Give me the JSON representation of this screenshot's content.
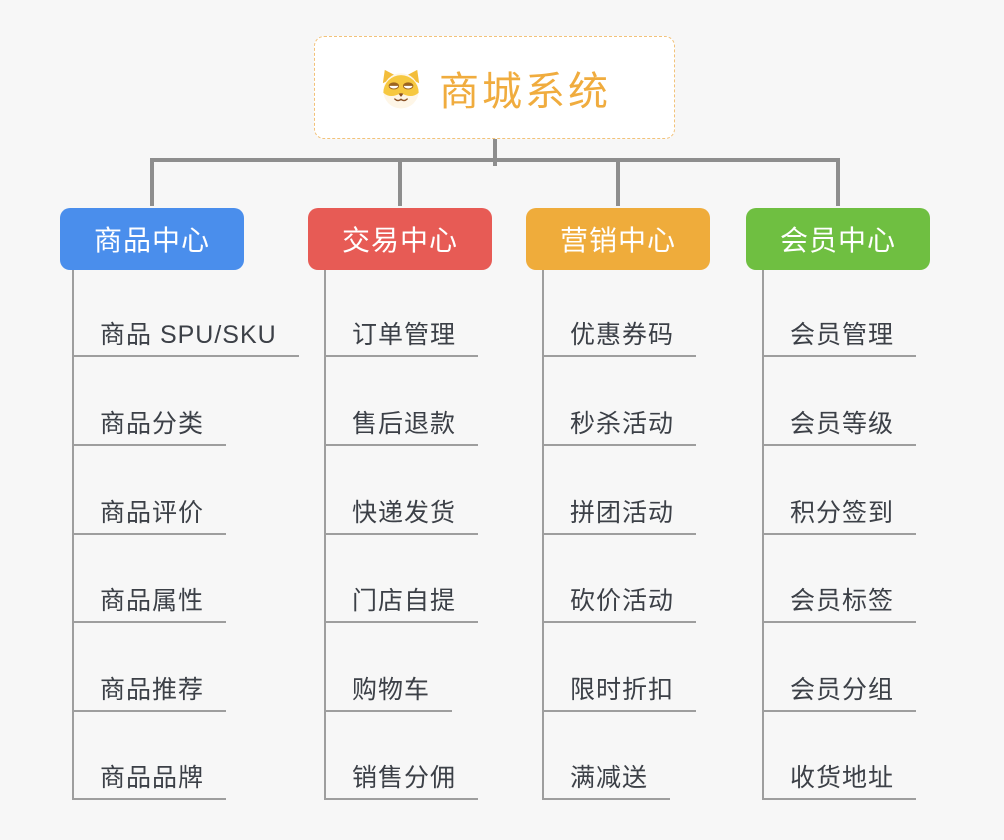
{
  "root": {
    "title": "商城系统",
    "icon": "shiba-dog-icon"
  },
  "branches": [
    {
      "label": "商品中心",
      "color": "#4A8EEC",
      "children": [
        "商品 SPU/SKU",
        "商品分类",
        "商品评价",
        "商品属性",
        "商品推荐",
        "商品品牌"
      ]
    },
    {
      "label": "交易中心",
      "color": "#E75B55",
      "children": [
        "订单管理",
        "售后退款",
        "快递发货",
        "门店自提",
        "购物车",
        "销售分佣"
      ]
    },
    {
      "label": "营销中心",
      "color": "#EFAC3B",
      "children": [
        "优惠券码",
        "秒杀活动",
        "拼团活动",
        "砍价活动",
        "限时折扣",
        "满减送"
      ]
    },
    {
      "label": "会员中心",
      "color": "#6FBF41",
      "children": [
        "会员管理",
        "会员等级",
        "积分签到",
        "会员标签",
        "会员分组",
        "收货地址"
      ]
    }
  ],
  "palette": {
    "background": "#F7F7F7",
    "root_accent": "#F0AC3E",
    "root_border": "#F2C27A",
    "connector_gray": "#8E8E8E",
    "leaf_line_gray": "#9E9E9E",
    "leaf_text": "#3C4047",
    "branch_text": "#FFFFFF"
  }
}
